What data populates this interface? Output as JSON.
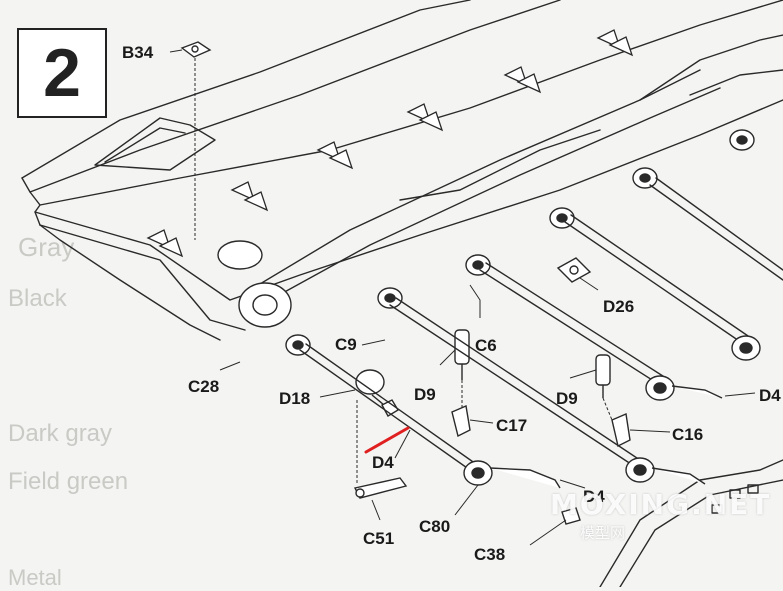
{
  "step": {
    "number": "2"
  },
  "labels": {
    "b34": "B34",
    "c28": "C28",
    "c9": "C9",
    "c6": "C6",
    "d26": "D26",
    "d18": "D18",
    "d9_left": "D9",
    "d9_right": "D9",
    "c17": "C17",
    "c16": "C16",
    "d4_center": "D4",
    "d4_lower": "D4",
    "d4_right": "D4",
    "c51": "C51",
    "c80": "C80",
    "c38": "C38"
  },
  "background_text": {
    "gray": "Gray",
    "dark_gray": "Dark gray",
    "field_green": "Field green",
    "metal": "Metal",
    "black": "Black"
  },
  "watermark": {
    "main": "MOXING.NET",
    "sub": "模型网"
  },
  "colors": {
    "line": "#2a2a2a",
    "paper": "#f4f4f2",
    "mark": "#e02020"
  }
}
